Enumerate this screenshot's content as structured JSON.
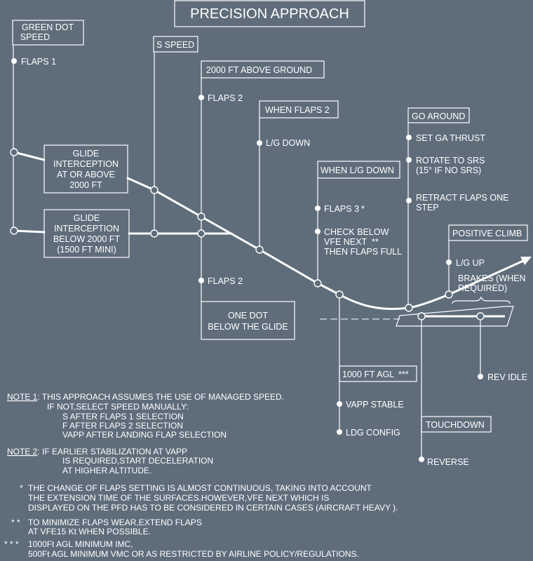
{
  "title": "PRECISION APPROACH",
  "gates": {
    "green_dot": [
      "GREEN DOT",
      "SPEED"
    ],
    "s_speed": "S SPEED",
    "ft2000": "2000 FT ABOVE GROUND",
    "when_flaps2": "WHEN FLAPS 2",
    "when_lg_down": "WHEN L/G DOWN",
    "go_around": "GO AROUND",
    "positive_climb": "POSITIVE CLIMB",
    "ft1000": "1000 FT AGL",
    "ft1000_mark": "***",
    "touchdown": "TOUCHDOWN",
    "one_dot": [
      "ONE DOT",
      "BELOW THE GLIDE"
    ]
  },
  "glide_boxes": {
    "above": [
      "GLIDE",
      "INTERCEPTION",
      "AT OR ABOVE",
      "2000 FT"
    ],
    "below": [
      "GLIDE",
      "INTERCEPTION",
      "BELOW 2000 FT",
      "(1500 FT MINI)"
    ]
  },
  "actions": {
    "flaps1": "FLAPS 1",
    "flaps2_upper": "FLAPS 2",
    "flaps2_lower": "FLAPS 2",
    "lg_down": "L/G DOWN",
    "flaps3": "FLAPS 3",
    "flaps3_mark": "*",
    "check_below": [
      "CHECK BELOW",
      "VFE NEXT",
      "THEN FLAPS FULL"
    ],
    "check_mark": "**",
    "set_ga_thrust": "SET GA THRUST",
    "rotate": [
      "ROTATE TO SRS",
      "(15° IF NO SRS)"
    ],
    "retract": [
      "RETRACT FLAPS ONE",
      "STEP"
    ],
    "lg_up": "L/G UP",
    "brakes": [
      "BRAKES (WHEN",
      "REQUIRED)"
    ],
    "rev_idle": "REV IDLE",
    "vapp_stable": "VAPP STABLE",
    "ldg_config": "LDG CONFIG",
    "reverse": "REVERSE"
  },
  "notes": {
    "note1_label": "NOTE 1",
    "note1_lines": [
      ": THIS APPROACH ASSUMES THE USE OF MANAGED SPEED.",
      "IF NOT,SELECT SPEED MANUALLY:",
      "S AFTER FLAPS 1 SELECTION",
      "F AFTER FLAPS 2 SELECTION",
      "VAPP AFTER LANDING FLAP SELECTION"
    ],
    "note2_label": "NOTE 2",
    "note2_lines": [
      ": IF EARLIER STABILIZATION AT VAPP",
      "IS REQUIRED,START DECELERATION",
      "AT HIGHER ALTITUDE."
    ],
    "star1_mark": "*",
    "star1_lines": [
      "THE CHANGE OF FLAPS SETTING IS ALMOST CONTINUOUS, TAKING INTO ACCOUNT",
      "THE EXTENSION TIME OF THE SURFACES.HOWEVER,VFE NEXT WHICH IS",
      "DISPLAYED ON THE PFD HAS TO BE CONSIDERED IN CERTAIN CASES (AIRCRAFT HEAVY )."
    ],
    "star2_mark": "* *",
    "star2_lines": [
      "TO MINIMIZE FLAPS WEAR,EXTEND FLAPS",
      "AT VFE15 Kt WHEN POSSIBLE."
    ],
    "star3_mark": "* * *",
    "star3_lines": [
      "1000Ft AGL MINIMUM IMC,",
      "500Ft AGL MINIMUM VMC OR AS RESTRICTED BY AIRLINE POLICY/REGULATIONS."
    ]
  },
  "colors": {
    "background": "#5f6d7b",
    "ink": "#ffffff"
  }
}
